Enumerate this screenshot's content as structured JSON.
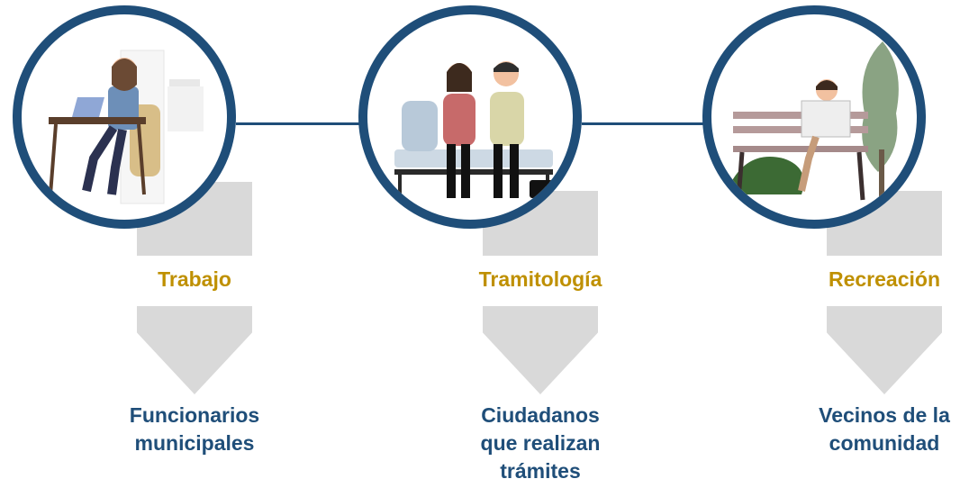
{
  "colors": {
    "ring": "#1f4e79",
    "title": "#bf9000",
    "description": "#1f4e79",
    "arrow": "#d9d9d9"
  },
  "items": [
    {
      "title": "Trabajo",
      "description": "Funcionarios\nmunicipales",
      "illustration": "person-at-laptop-desk"
    },
    {
      "title": "Tramitología",
      "description": "Ciudadanos\nque realizan\ntrámites",
      "illustration": "people-waiting-on-bench"
    },
    {
      "title": "Recreación",
      "description": "Vecinos de la\ncomunidad",
      "illustration": "person-reading-on-park-bench"
    }
  ]
}
